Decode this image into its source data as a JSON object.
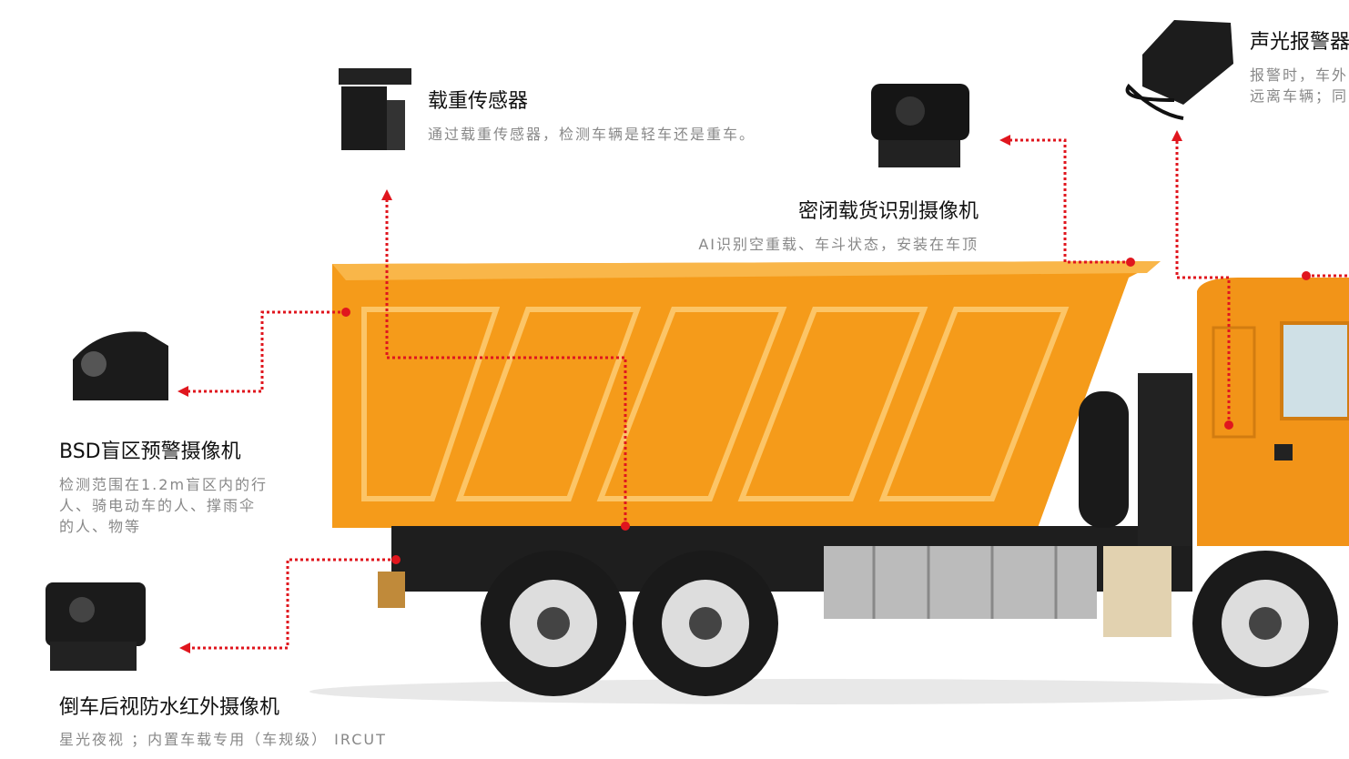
{
  "products": [
    {
      "id": "load-sensor",
      "title": "载重传感器",
      "desc": [
        "通过载重传感器，检测车辆是轻车还是重车。"
      ]
    },
    {
      "id": "cargo-camera",
      "title": "密闭载货识别摄像机",
      "desc": [
        "AI识别空重载、车斗状态，安装在车顶"
      ]
    },
    {
      "id": "alarm",
      "title": "声光报警器",
      "desc": [
        "报警时，车外",
        "远离车辆；同"
      ]
    },
    {
      "id": "bsd-camera",
      "title": "BSD盲区预警摄像机",
      "desc": [
        "检测范围在1.2m盲区内的行",
        "人、骑电动车的人、撑雨伞",
        "的人、物等"
      ]
    },
    {
      "id": "rear-camera",
      "title": "倒车后视防水红外摄像机",
      "desc": [
        "星光夜视 ；内置车载专用（车规级） IRCUT"
      ]
    }
  ],
  "colors": {
    "truck_body": "#f7a21b",
    "connector": "#e0161e",
    "title": "#111111",
    "desc": "#888888"
  }
}
